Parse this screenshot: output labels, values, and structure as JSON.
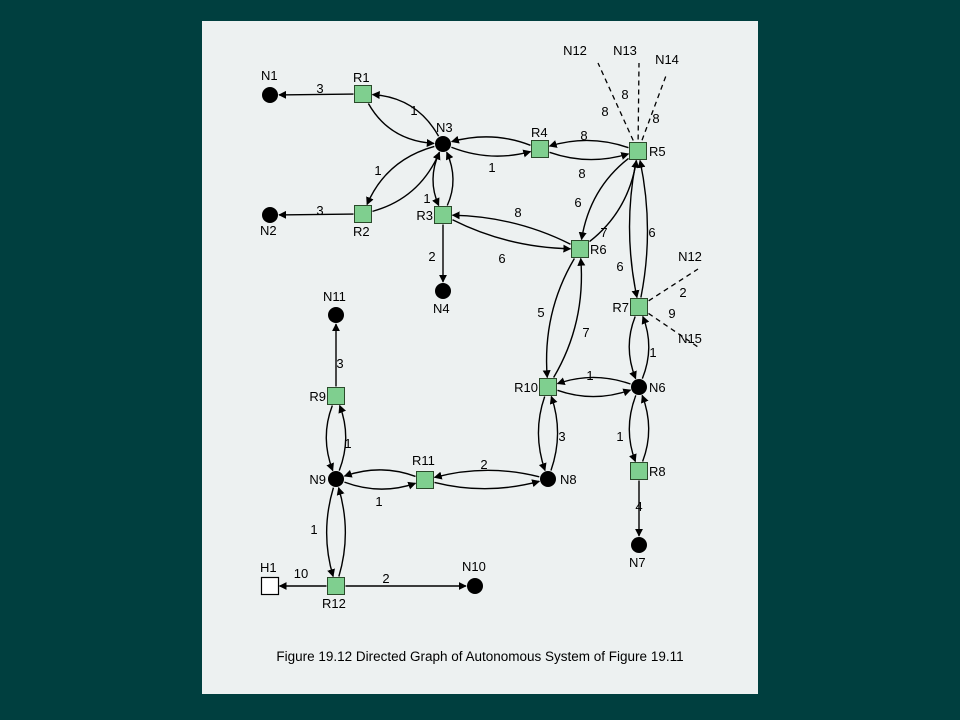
{
  "caption": "Figure 19.12 Directed Graph of Autonomous System of Figure 19.11",
  "nodes": [
    {
      "id": "N1",
      "label": "N1",
      "type": "network"
    },
    {
      "id": "R1",
      "label": "R1",
      "type": "router"
    },
    {
      "id": "N3",
      "label": "N3",
      "type": "network"
    },
    {
      "id": "R4",
      "label": "R4",
      "type": "router"
    },
    {
      "id": "R5",
      "label": "R5",
      "type": "router"
    },
    {
      "id": "N2",
      "label": "N2",
      "type": "network"
    },
    {
      "id": "R2",
      "label": "R2",
      "type": "router"
    },
    {
      "id": "R3",
      "label": "R3",
      "type": "router"
    },
    {
      "id": "R6",
      "label": "R6",
      "type": "router"
    },
    {
      "id": "N4",
      "label": "N4",
      "type": "network"
    },
    {
      "id": "N11",
      "label": "N11",
      "type": "network"
    },
    {
      "id": "R7",
      "label": "R7",
      "type": "router"
    },
    {
      "id": "R9",
      "label": "R9",
      "type": "router"
    },
    {
      "id": "R10",
      "label": "R10",
      "type": "router"
    },
    {
      "id": "N6",
      "label": "N6",
      "type": "network"
    },
    {
      "id": "N9",
      "label": "N9",
      "type": "network"
    },
    {
      "id": "R11",
      "label": "R11",
      "type": "router"
    },
    {
      "id": "N8",
      "label": "N8",
      "type": "network"
    },
    {
      "id": "R8",
      "label": "R8",
      "type": "router"
    },
    {
      "id": "N7",
      "label": "N7",
      "type": "network"
    },
    {
      "id": "H1",
      "label": "H1",
      "type": "host"
    },
    {
      "id": "R12",
      "label": "R12",
      "type": "router"
    },
    {
      "id": "N10",
      "label": "N10",
      "type": "network"
    }
  ],
  "external_networks": [
    {
      "id": "N12a",
      "label": "N12",
      "attached_to": "R5",
      "cost": "8"
    },
    {
      "id": "N13",
      "label": "N13",
      "attached_to": "R5",
      "cost": "8"
    },
    {
      "id": "N14",
      "label": "N14",
      "attached_to": "R5",
      "cost": "8"
    },
    {
      "id": "N12b",
      "label": "N12",
      "attached_to": "R7",
      "cost": "2"
    },
    {
      "id": "N15",
      "label": "N15",
      "attached_to": "R7",
      "cost": "9"
    }
  ],
  "edges": [
    {
      "id": "e1",
      "from": "R1",
      "to": "N1",
      "cost": "3"
    },
    {
      "id": "e2",
      "from": "R1",
      "to": "N3",
      "cost": "1"
    },
    {
      "id": "e3",
      "from": "N3",
      "to": "R1",
      "cost": ""
    },
    {
      "id": "e4",
      "from": "R2",
      "to": "N2",
      "cost": "3"
    },
    {
      "id": "e5",
      "from": "R2",
      "to": "N3",
      "cost": "1"
    },
    {
      "id": "e6",
      "from": "N3",
      "to": "R2",
      "cost": ""
    },
    {
      "id": "e7",
      "from": "N3",
      "to": "R4",
      "cost": ""
    },
    {
      "id": "e8",
      "from": "R4",
      "to": "N3",
      "cost": "1"
    },
    {
      "id": "e9",
      "from": "N3",
      "to": "R3",
      "cost": "1"
    },
    {
      "id": "e10",
      "from": "R3",
      "to": "N3",
      "cost": ""
    },
    {
      "id": "e11",
      "from": "R4",
      "to": "R5",
      "cost": "8"
    },
    {
      "id": "e12",
      "from": "R5",
      "to": "R4",
      "cost": "8"
    },
    {
      "id": "e13",
      "from": "R3",
      "to": "R6",
      "cost": "8"
    },
    {
      "id": "e14",
      "from": "R6",
      "to": "R3",
      "cost": "6"
    },
    {
      "id": "e15",
      "from": "R3",
      "to": "N4",
      "cost": "2"
    },
    {
      "id": "e16",
      "from": "R6",
      "to": "R5",
      "cost": "6"
    },
    {
      "id": "e17",
      "from": "R5",
      "to": "R6",
      "cost": "7"
    },
    {
      "id": "e18",
      "from": "R5",
      "to": "R7",
      "cost": "6"
    },
    {
      "id": "e19",
      "from": "R7",
      "to": "R5",
      "cost": "6"
    },
    {
      "id": "e20",
      "from": "R6",
      "to": "R10",
      "cost": "7"
    },
    {
      "id": "e21",
      "from": "R10",
      "to": "R6",
      "cost": "5"
    },
    {
      "id": "e22",
      "from": "R7",
      "to": "N6",
      "cost": "1"
    },
    {
      "id": "e23",
      "from": "N6",
      "to": "R7",
      "cost": ""
    },
    {
      "id": "e24",
      "from": "R10",
      "to": "N6",
      "cost": "1"
    },
    {
      "id": "e25",
      "from": "N6",
      "to": "R10",
      "cost": ""
    },
    {
      "id": "e26",
      "from": "R10",
      "to": "N8",
      "cost": "3"
    },
    {
      "id": "e27",
      "from": "N8",
      "to": "R10",
      "cost": ""
    },
    {
      "id": "e28",
      "from": "R8",
      "to": "N6",
      "cost": "1"
    },
    {
      "id": "e29",
      "from": "N6",
      "to": "R8",
      "cost": ""
    },
    {
      "id": "e30",
      "from": "R8",
      "to": "N7",
      "cost": "4"
    },
    {
      "id": "e31",
      "from": "R9",
      "to": "N11",
      "cost": "3"
    },
    {
      "id": "e32",
      "from": "R9",
      "to": "N9",
      "cost": "1"
    },
    {
      "id": "e33",
      "from": "N9",
      "to": "R9",
      "cost": ""
    },
    {
      "id": "e34",
      "from": "R11",
      "to": "N9",
      "cost": "1"
    },
    {
      "id": "e35",
      "from": "N9",
      "to": "R11",
      "cost": ""
    },
    {
      "id": "e36",
      "from": "R11",
      "to": "N8",
      "cost": "2"
    },
    {
      "id": "e37",
      "from": "N8",
      "to": "R11",
      "cost": ""
    },
    {
      "id": "e38",
      "from": "R12",
      "to": "N9",
      "cost": "1"
    },
    {
      "id": "e39",
      "from": "N9",
      "to": "R12",
      "cost": ""
    },
    {
      "id": "e40",
      "from": "R12",
      "to": "H1",
      "cost": "10"
    },
    {
      "id": "e41",
      "from": "R12",
      "to": "N10",
      "cost": "2"
    }
  ]
}
